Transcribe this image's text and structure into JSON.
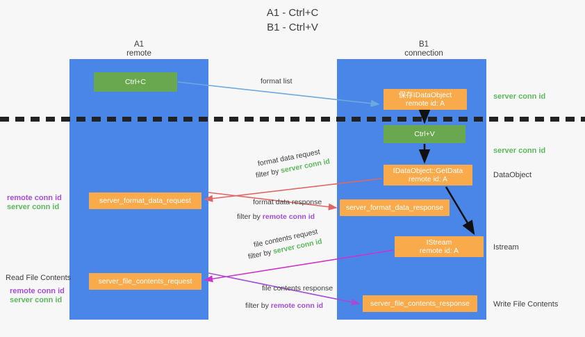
{
  "title": "A1 - Ctrl+C\nB1 - Ctrl+V",
  "columns": {
    "left": "A1\nremote",
    "right": "B1\nconnection"
  },
  "colors": {
    "lane": "#4a86e8",
    "orange": "#f9aa4b",
    "green": "#6aa84f",
    "server_conn_id": "#5cb85c",
    "remote_conn_id": "#a64dd6",
    "arrow_blue": "#6fa8dc",
    "arrow_red": "#e06666",
    "arrow_magenta": "#cc33cc",
    "arrow_purple": "#a64dd6",
    "arrow_black": "#111111"
  },
  "boxes": {
    "ctrl_c": "Ctrl+C",
    "save_dataobject": "保存IDataObject\nremote id: A",
    "ctrl_v": "Ctrl+V",
    "getdata": "IDataObject::GetData\nremote id: A",
    "istream": "IStream\nremote id: A",
    "server_format_data_request": "server_format_data_request",
    "server_format_data_response": "server_format_data_response",
    "server_file_contents_request": "server_file_contents_request",
    "server_file_contents_response": "server_file_contents_response"
  },
  "edges": {
    "format_list": "format list",
    "format_data_request": "format data request",
    "format_data_request_filter_prefix": "filter by ",
    "format_data_request_filter_key": "server conn id",
    "format_data_response": "format data response",
    "format_data_response_filter_prefix": "filter by ",
    "format_data_response_filter_key": "remote conn id",
    "file_contents_request": "file contents request",
    "file_contents_request_filter_prefix": "filter by ",
    "file_contents_request_filter_key": "server conn id",
    "file_contents_response": "file contents response",
    "file_contents_response_filter_prefix": "filter by ",
    "file_contents_response_filter_key": "remote conn id"
  },
  "right_notes": {
    "server_conn_id_top": "server conn id",
    "server_conn_id_mid": "server conn id",
    "dataobject": "DataObject",
    "istream": "Istream",
    "write_file_contents": "Write File Contents"
  },
  "left_notes": {
    "remote_conn_id_1": "remote conn id",
    "server_conn_id_1": "server conn id",
    "read_file_contents": "Read File Contents",
    "remote_conn_id_2": "remote conn id",
    "server_conn_id_2": "server conn id"
  }
}
